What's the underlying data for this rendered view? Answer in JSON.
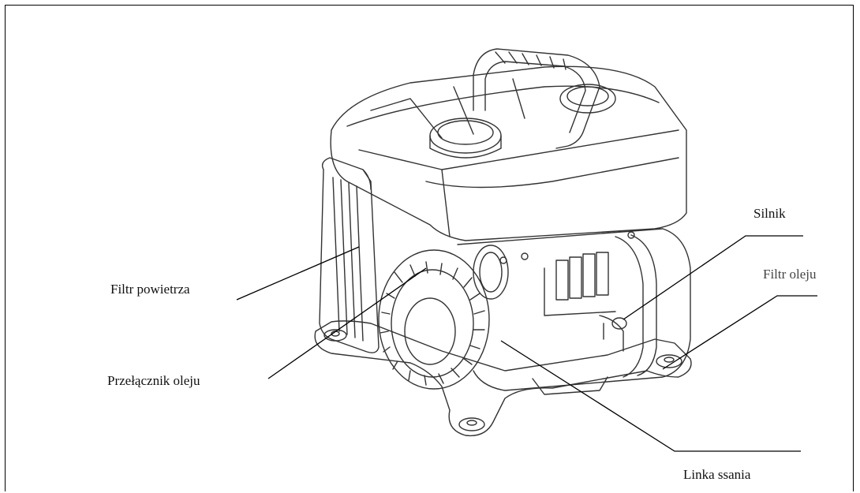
{
  "labels": {
    "air_filter": "Filtr powietrza",
    "oil_switch": "Przełącznik oleju",
    "engine": "Silnik",
    "oil_filter": "Filtr oleju",
    "choke_cable": "Linka ssania"
  },
  "colors": {
    "line": "#000000",
    "drawing": "#333333",
    "background": "#ffffff"
  }
}
